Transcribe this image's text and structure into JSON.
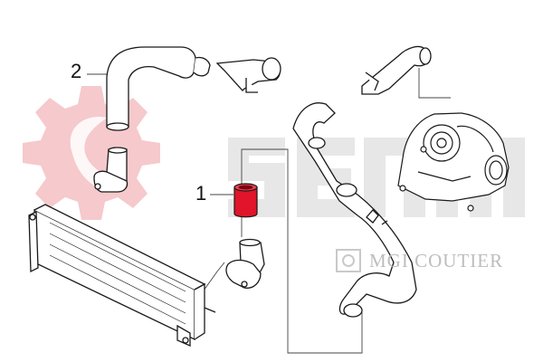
{
  "diagram": {
    "callouts": [
      {
        "id": "1",
        "text": "1",
        "part": "highlighted-coupling-hose"
      },
      {
        "id": "2",
        "text": "2",
        "part": "upper-intake-hose"
      }
    ],
    "highlight_color": "#e0142a",
    "line_color": "#1a1a1a"
  },
  "watermark": {
    "logo_letters": "SEIM",
    "text": "MGI COUTIER",
    "gear_color": "#f6c9cc",
    "text_color": "#bdbdbd"
  }
}
